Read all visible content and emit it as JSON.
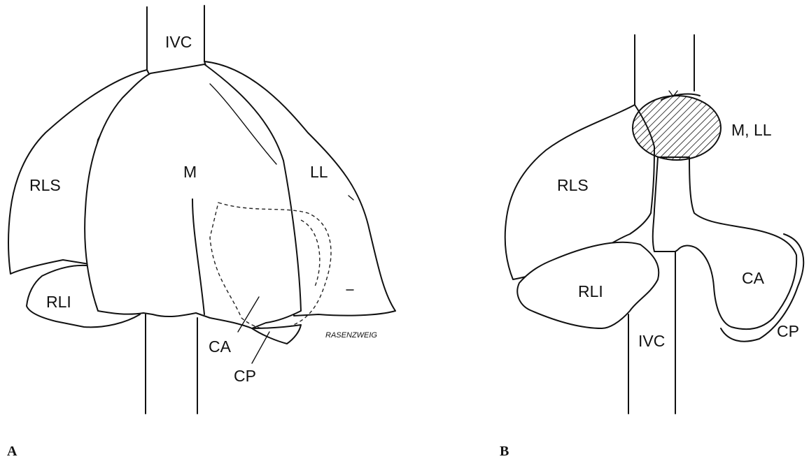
{
  "panel_a": {
    "panel_label": "A",
    "labels": {
      "ivc": "IVC",
      "m": "M",
      "rls": "RLS",
      "ll": "LL",
      "rli": "RLI",
      "ca": "CA",
      "cp": "CP"
    },
    "signature": "RASENZWEIG"
  },
  "panel_b": {
    "panel_label": "B",
    "labels": {
      "m_ll": "M, LL",
      "rls": "RLS",
      "rli": "RLI",
      "ca": "CA",
      "cp": "CP",
      "ivc": "IVC"
    }
  }
}
